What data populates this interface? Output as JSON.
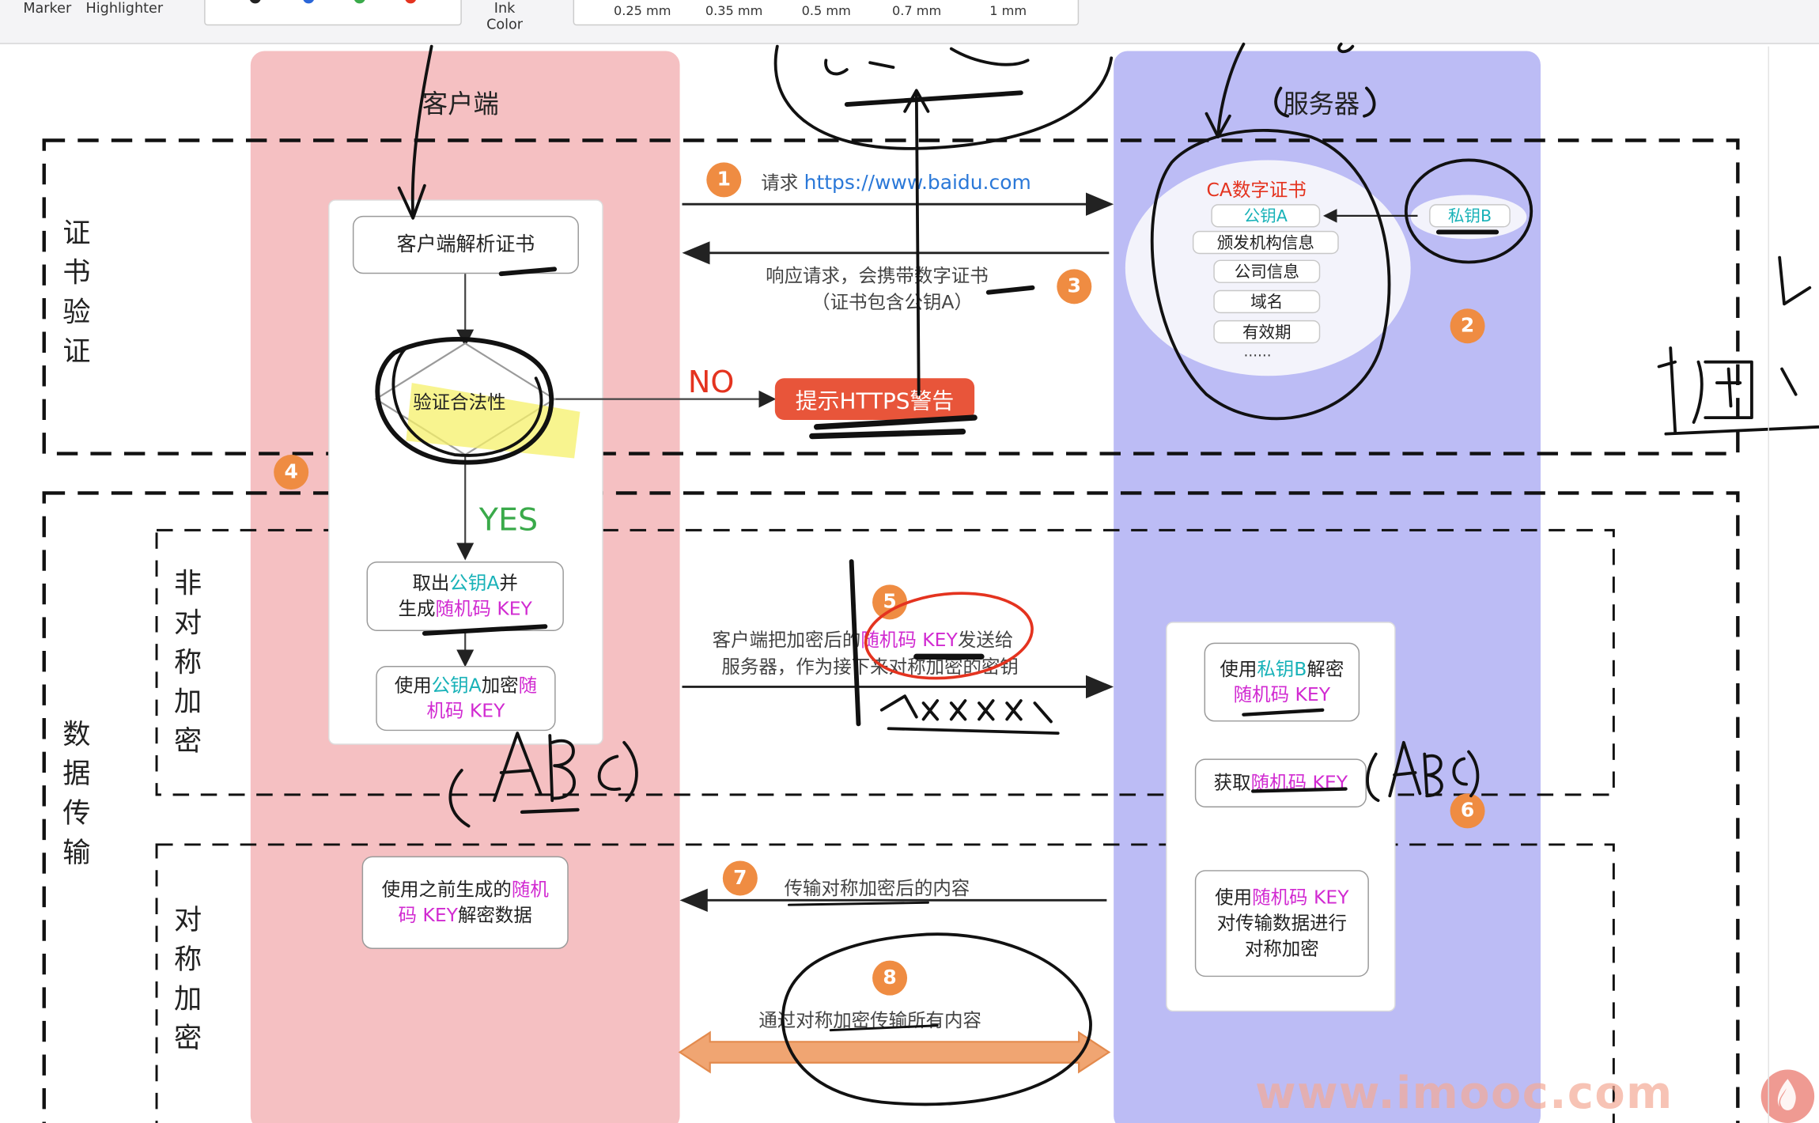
{
  "toolbar": {
    "marker_label": "Marker",
    "highlighter_label": "Highlighter",
    "ink_color_label": "Ink\nColor",
    "widths": [
      "0.25 mm",
      "0.35 mm",
      "0.5 mm",
      "0.7 mm",
      "1 mm"
    ]
  },
  "lanes": {
    "client_title": "客户端",
    "server_title": "服务器"
  },
  "sections": {
    "cert_verify": "证书验证",
    "data_transfer": "数据传输",
    "asymmetric": "非对称加密",
    "symmetric": "对称加密"
  },
  "client": {
    "parse_cert": "客户端解析证书",
    "verify": "验证合法性",
    "yes": "YES",
    "no": "NO",
    "take_pub_a_pre": "取出",
    "take_pub_a_key": "公钥A",
    "take_pub_a_post": "并",
    "gen_key_pre": "生成",
    "gen_key_key": "随机码 KEY",
    "encrypt_pre": "使用",
    "encrypt_key": "公钥A",
    "encrypt_mid": "加密",
    "encrypt_key2a": "随",
    "encrypt_key2b": "机码 KEY",
    "decrypt_pre": "使用之前生成的",
    "decrypt_key": "随机",
    "decrypt_key2": "码 KEY",
    "decrypt_post": "解密数据"
  },
  "middle": {
    "step1_prefix": "请求",
    "step1_url": "https://www.baidu.com",
    "step3_line1": "响应请求，会携带数字证书",
    "step3_line2": "（证书包含公钥A）",
    "warning": "提示HTTPS警告",
    "step5_pre": "客户端把加密后的",
    "step5_key": "随机码 KEY",
    "step5_post": "发送给",
    "step5_line2": "服务器，作为接下来对称加密的密钥",
    "step7": "传输对称加密后的内容",
    "step8": "通过对称加密传输所有内容"
  },
  "server": {
    "ca_title": "CA数字证书",
    "ca_items": [
      "公钥A",
      "颁发机构信息",
      "公司信息",
      "域名",
      "有效期",
      "……"
    ],
    "private_key": "私钥B",
    "decrypt_pre": "使用",
    "decrypt_key": "私钥B",
    "decrypt_post": "解密",
    "decrypt_line2": "随机码 KEY",
    "get_pre": "获取",
    "get_key": "随机码 KEY",
    "enc_pre": "使用",
    "enc_key": "随机码 KEY",
    "enc_line2": "对传输数据进行",
    "enc_line3": "对称加密"
  },
  "step_numbers": [
    "1",
    "2",
    "3",
    "4",
    "5",
    "6",
    "7",
    "8"
  ],
  "watermark": "www.imooc.com",
  "colors": {
    "client_lane": "#f5c0c2",
    "server_lane": "#bcbcf5",
    "step_badge": "#ef8c42",
    "warning_btn": "#e8553a",
    "accent_cyan": "#18b2b8",
    "accent_magenta": "#d12ad1",
    "yes_green": "#3aaa4a",
    "no_red": "#e4331f"
  }
}
